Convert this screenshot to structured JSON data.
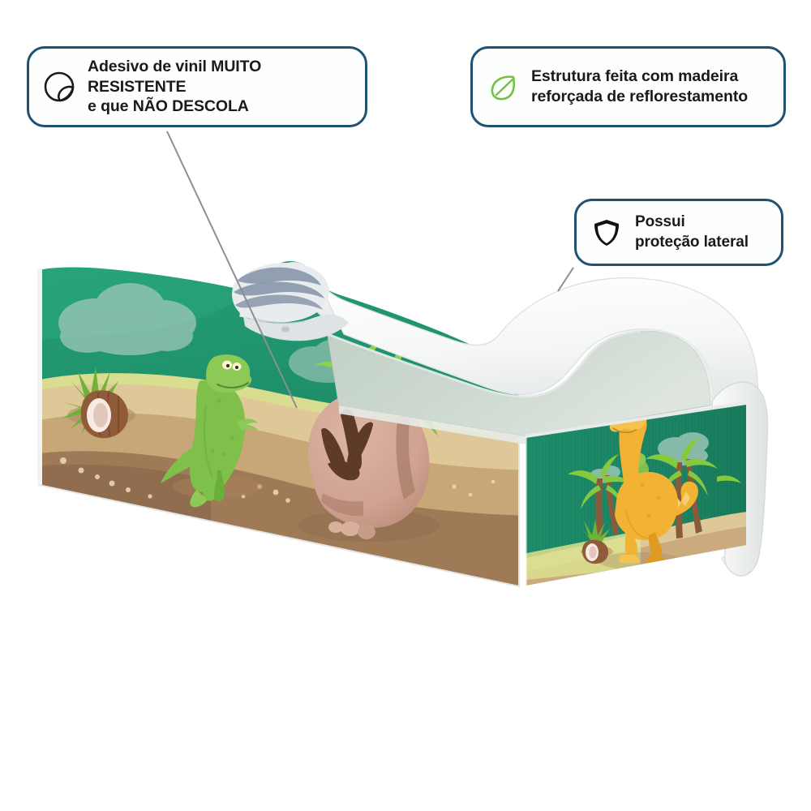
{
  "scene": {
    "subject": "cama-infantil-dinossauro",
    "background_color": "#ffffff"
  },
  "callouts": [
    {
      "id": "sticker",
      "icon": "peeling-sticker-icon",
      "icon_color": "#1a1a1a",
      "text": "Adesivo de vinil MUITO RESISTENTE\ne que NÃO DESCOLA",
      "border_color": "#1f5173",
      "fill_color": "#fdfefe"
    },
    {
      "id": "wood",
      "icon": "leaf-icon",
      "icon_color": "#74c044",
      "text": "Estrutura feita com madeira\nreforçada de reflorestamento",
      "border_color": "#1f5173",
      "fill_color": "#fdfefe"
    },
    {
      "id": "side-protection",
      "icon": "shield-icon",
      "icon_color": "#111111",
      "text": "Possui\nproteção lateral",
      "border_color": "#1f5173",
      "fill_color": "#fdfefe"
    }
  ],
  "bed": {
    "frame_color": "#f4f5f5",
    "frame_edge_color": "#d9dcdc",
    "mattress_color": "#ccd8cf",
    "panel_sky_color": "#1f9070",
    "panel_sky_dark": "#178a68",
    "panel_sand_light": "#e0cd98",
    "panel_sand_mid": "#c8a87c",
    "panel_sand_dark": "#9c7553",
    "panel_grass_color": "#d8dc8c",
    "cloud_color": "#a8c4bc",
    "trex_color": "#7fc04b",
    "trex_dark": "#6aae3c",
    "brontosaurus_color": "#f2b233",
    "brontosaurus_dark": "#e09a1f",
    "rock_color": "#d3a794",
    "rock_shadow": "#bb8c78",
    "footprint_color": "#5e3b28",
    "palm_trunk_color": "#8a5a3c",
    "palm_leaf_color": "#86c93f",
    "coconut_shell": "#8b5a3c",
    "coconut_flesh": "#f4e6e0",
    "pillow_stripe_color": "#8391a6",
    "pillow_base_color": "#e9ecef"
  }
}
